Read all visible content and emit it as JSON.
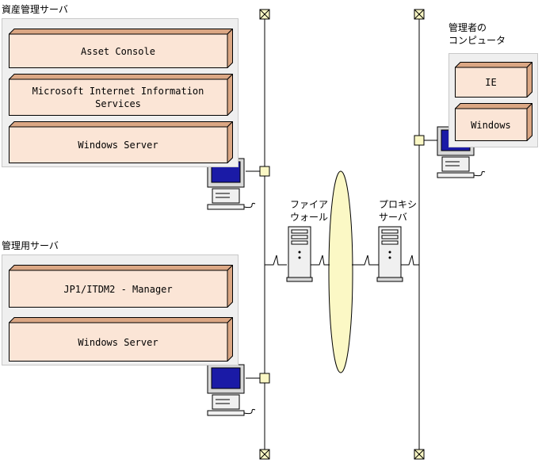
{
  "diagram": {
    "asset_server": {
      "title": "資産管理サーバ",
      "layers": [
        "Asset Console",
        "Microsoft Internet Information\nServices",
        "Windows Server"
      ]
    },
    "management_server": {
      "title": "管理用サーバ",
      "layers": [
        "JP1/ITDM2 - Manager",
        "Windows Server"
      ]
    },
    "admin_pc": {
      "title_line1": "管理者の",
      "title_line2": "コンピュータ",
      "layers": [
        "IE",
        "Windows"
      ]
    },
    "firewall": {
      "line1": "ファイア",
      "line2": "ウォール"
    },
    "proxy": {
      "line1": "プロキシ",
      "line2": "サーバ"
    },
    "colors": {
      "layer_fill": "#fbe5d6",
      "layer_side": "#dba784",
      "panel": "#efefef",
      "ellipse": "#fbf8c5",
      "monitor": "#1a1aa6"
    }
  }
}
